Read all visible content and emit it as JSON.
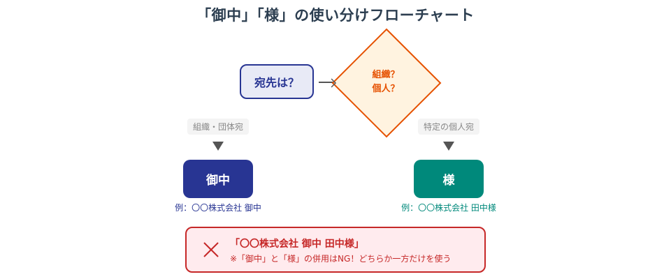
{
  "title": "「御中」「様」の使い分けフローチャート",
  "start": {
    "label": "宛先は？"
  },
  "decision": {
    "line1": "組織？",
    "line2": "個人？"
  },
  "branches": [
    {
      "condition": "組織・団体宛",
      "result": "御中",
      "example": "例：〇〇株式会社 御中",
      "color": "#283593"
    },
    {
      "condition": "特定の個人宛",
      "result": "様",
      "example": "例：〇〇株式会社 田中様",
      "color": "#00897b"
    }
  ],
  "warning": {
    "icon": "x-icon",
    "title": "「〇〇株式会社 御中 田中様」",
    "note": "※「御中」と「様」の併用はNG！どちらか一方だけを使う"
  },
  "colors": {
    "primary": "#283593",
    "teal": "#00897b",
    "orange": "#e65100",
    "diamond_fill": "#fff3e0",
    "error": "#c62828",
    "error_bg": "#ffebee"
  }
}
